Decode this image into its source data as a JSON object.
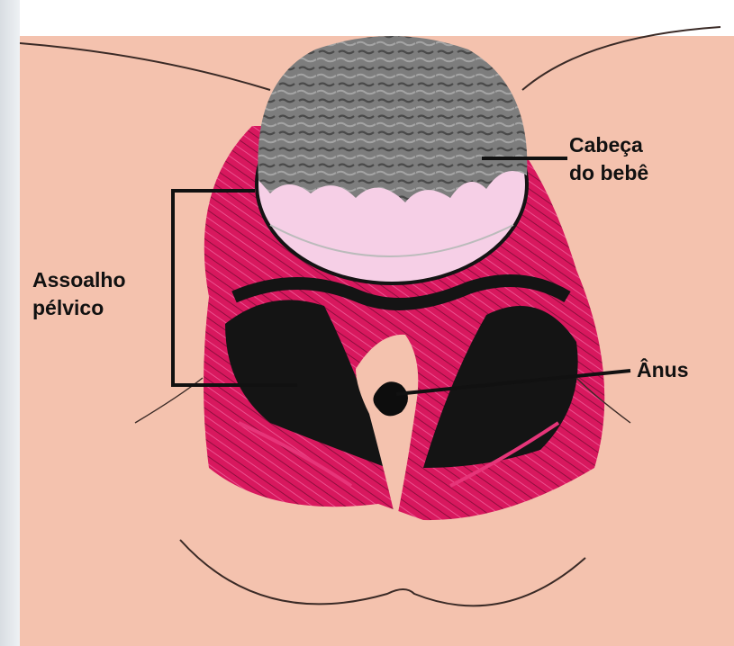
{
  "labels": {
    "baby_head": [
      "Cabeça",
      "do bebê"
    ],
    "pelvic_floor": [
      "Assoalho",
      "pélvico"
    ],
    "anus": "Ânus"
  },
  "colors": {
    "skin": "#f4c2ae",
    "muscle": "#d8185e",
    "muscle_dark": "#111111",
    "hair": "#7a7a7a",
    "scalp": "#f6cfe6",
    "outline": "#222222"
  }
}
